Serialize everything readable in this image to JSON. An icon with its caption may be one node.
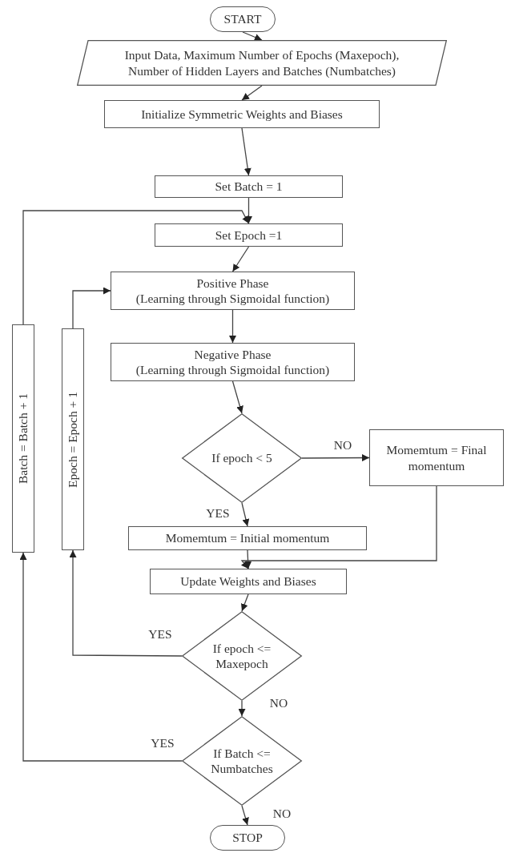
{
  "diagram": {
    "nodes": [
      {
        "text": [
          "START"
        ]
      },
      {
        "text": [
          "Input Data, Maximum Number of Epochs (Maxepoch), Number of Hidden Layers and Batches (Numbatches)"
        ]
      },
      {
        "text": [
          "Initialize Symmetric Weights and Biases"
        ]
      },
      {
        "text": [
          "Set Batch = 1"
        ]
      },
      {
        "text": [
          "Set Epoch =1"
        ]
      },
      {
        "text": [
          "Positive Phase",
          "(Learning through Sigmoidal function)"
        ]
      },
      {
        "text": [
          "Negative Phase",
          "(Learning through Sigmoidal function)"
        ]
      },
      {
        "text": [
          "If epoch < 5"
        ]
      },
      {
        "text": [
          "Momemtum = Final momentum"
        ]
      },
      {
        "text": [
          "Momemtum = Initial momentum"
        ]
      },
      {
        "text": [
          "Update Weights and Biases"
        ]
      },
      {
        "text": [
          "If epoch <= Maxepoch"
        ]
      },
      {
        "text": [
          "If Batch <= Numbatches"
        ]
      },
      {
        "text": [
          "STOP"
        ]
      },
      {
        "text": [
          "Epoch = Epoch + 1"
        ]
      },
      {
        "text": [
          "Batch = Batch + 1"
        ]
      }
    ],
    "edges": [
      {
        "from": 0,
        "to": 1,
        "arrow": "to"
      },
      {
        "from": 1,
        "to": 2,
        "arrow": "to"
      },
      {
        "from": 2,
        "to": 3,
        "arrow": "to"
      },
      {
        "from": 3,
        "to": 4,
        "arrow": "to"
      },
      {
        "from": 4,
        "to": 5,
        "arrow": "to"
      },
      {
        "from": 5,
        "to": 6,
        "arrow": "to"
      },
      {
        "from": 6,
        "to": 7,
        "arrow": "to"
      },
      {
        "from": 7,
        "to": 8,
        "arrow": "to",
        "label": "NO"
      },
      {
        "from": 7,
        "to": 9,
        "arrow": "to",
        "label": "YES"
      },
      {
        "from": 8,
        "to": 10,
        "arrow": "to"
      },
      {
        "from": 9,
        "to": 10,
        "arrow": "to"
      },
      {
        "from": 10,
        "to": 11,
        "arrow": "to"
      },
      {
        "from": 11,
        "to": 14,
        "arrow": "to",
        "label": "YES"
      },
      {
        "from": 14,
        "to": 5,
        "arrow": "to"
      },
      {
        "from": 11,
        "to": 12,
        "arrow": "to",
        "label": "NO"
      },
      {
        "from": 12,
        "to": 15,
        "arrow": "to",
        "label": "YES"
      },
      {
        "from": 15,
        "to": 4,
        "arrow": "to"
      },
      {
        "from": 12,
        "to": 13,
        "arrow": "to",
        "label": "NO"
      }
    ]
  }
}
